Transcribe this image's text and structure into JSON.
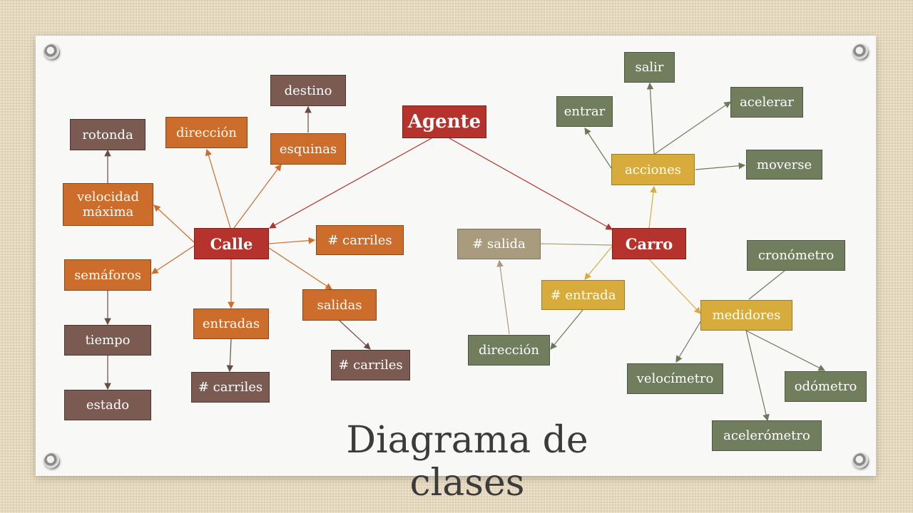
{
  "title": "Diagrama de clases",
  "nodes": {
    "agente": "Agente",
    "calle": "Calle",
    "carro": "Carro",
    "destino": "destino",
    "esquinas": "esquinas",
    "direccion_calle": "dirección",
    "rotonda": "rotonda",
    "velocidad_maxima": "velocidad máxima",
    "semaforos": "semáforos",
    "tiempo": "tiempo",
    "estado": "estado",
    "carriles_calle": "# carriles",
    "salidas": "salidas",
    "carriles_salidas": "# carriles",
    "entradas": "entradas",
    "carriles_entradas": "# carriles",
    "salida": "# salida",
    "entrada": "# entrada",
    "direccion_carro": "dirección",
    "acciones": "acciones",
    "entrar": "entrar",
    "salir": "salir",
    "acelerar": "acelerar",
    "moverse": "moverse",
    "medidores": "medidores",
    "cronometro": "cronómetro",
    "velocimetro": "velocímetro",
    "odometro": "odómetro",
    "acelerometro": "acelerómetro"
  },
  "colors": {
    "orange": "#cc6d2b",
    "brown": "#7b5a52",
    "red": "#b5322d",
    "green": "#707e5e",
    "yellow": "#d7ac3d",
    "tan": "#a99b7e"
  }
}
